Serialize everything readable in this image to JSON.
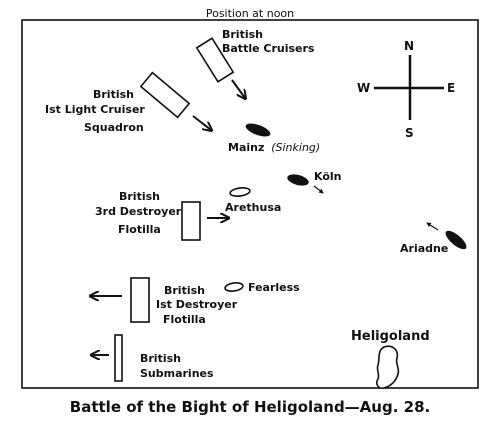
{
  "title": "Position at noon",
  "caption": "Battle of the Bight of Heligoland—Aug. 28.",
  "compass": {
    "north": "N",
    "south": "S",
    "east": "E",
    "west": "W"
  },
  "labels": {
    "battle_cruisers": [
      "British",
      "Battle Cruisers"
    ],
    "light_cruisers": [
      "British",
      "Ist Light Cruiser",
      "Squadron"
    ],
    "destroyer_3rd": [
      "British",
      "3rd Destroyer",
      "Flotilla"
    ],
    "destroyer_1st": [
      "British",
      "Ist Destroyer",
      "Flotilla"
    ],
    "submarines": [
      "British",
      "Submarines"
    ],
    "mainz": "Mainz",
    "mainz_status": "(Sinking)",
    "koln": "Köln",
    "arethusa": "Arethusa",
    "ariadne": "Ariadne",
    "fearless": "Fearless",
    "heligoland": "Heligoland"
  }
}
